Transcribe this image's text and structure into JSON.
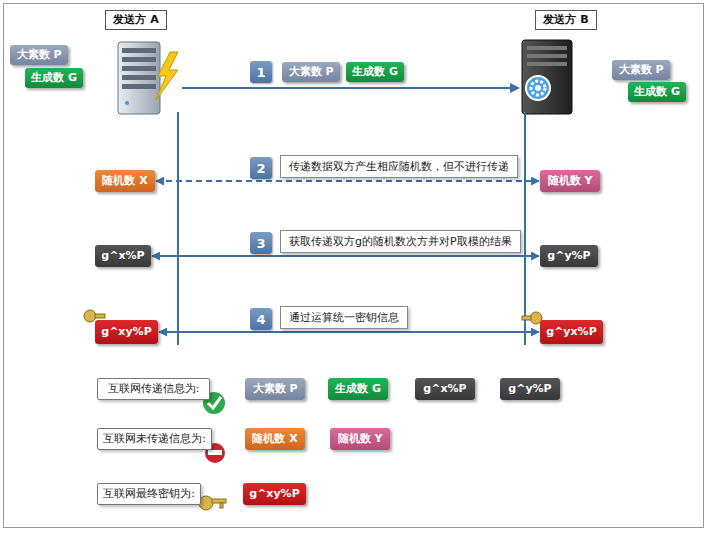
{
  "diagram": {
    "nodes": [
      {
        "text": [
          "发送方 A"
        ]
      },
      {
        "text": [
          "发送方 B"
        ]
      },
      {
        "text": [
          "大素数 P"
        ]
      },
      {
        "text": [
          "生成数 G"
        ]
      },
      {
        "text": [
          "大素数 P"
        ]
      },
      {
        "text": [
          "生成数 G"
        ]
      },
      {
        "text": [
          "大素数 P"
        ]
      },
      {
        "text": [
          "生成数 G"
        ]
      },
      {
        "text": [
          "随机数 X"
        ]
      },
      {
        "text": [
          "随机数 Y"
        ]
      },
      {
        "text": [
          "g^x%P"
        ]
      },
      {
        "text": [
          "g^y%P"
        ]
      },
      {
        "text": [
          "g^xy%P"
        ]
      },
      {
        "text": [
          "g^yx%P"
        ]
      },
      {
        "text": [
          "互联网传递信息为:"
        ]
      },
      {
        "text": [
          "大素数 P"
        ]
      },
      {
        "text": [
          "生成数 G"
        ]
      },
      {
        "text": [
          "g^x%P"
        ]
      },
      {
        "text": [
          "g^y%P"
        ]
      },
      {
        "text": [
          "互联网未传递信息为:"
        ]
      },
      {
        "text": [
          "随机数 X"
        ]
      },
      {
        "text": [
          "随机数 Y"
        ]
      },
      {
        "text": [
          "互联网最终密钥为:"
        ]
      },
      {
        "text": [
          "g^xy%P"
        ]
      }
    ],
    "edges": [
      {
        "from": 8,
        "to": 9,
        "arrow": "both",
        "label": "传递数据双方产生相应随机数，但不进行传递"
      },
      {
        "from": 10,
        "to": 11,
        "arrow": "both",
        "label": "获取传递双方g的随机数次方并对P取模的结果"
      },
      {
        "from": 12,
        "to": 13,
        "arrow": "both",
        "label": "通过运算统一密钥信息"
      }
    ],
    "labels": [
      "1",
      "2",
      "3",
      "4"
    ]
  }
}
